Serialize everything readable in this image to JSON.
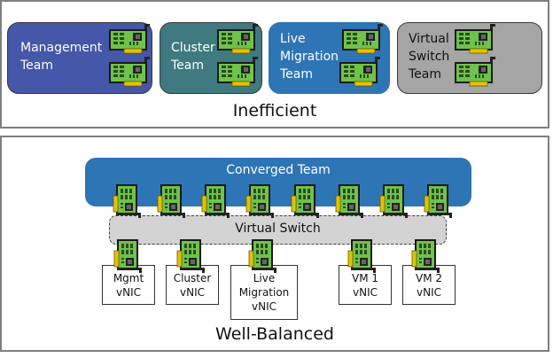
{
  "inefficient": {
    "caption": "Inefficient",
    "teams": [
      {
        "label": "Management\nTeam",
        "color": "#4457a8",
        "nic_count": 2
      },
      {
        "label": "Cluster\nTeam",
        "color": "#3f7a80",
        "nic_count": 2
      },
      {
        "label": "Live\nMigration\nTeam",
        "color": "#2e75b6",
        "nic_count": 2
      },
      {
        "label": "Virtual\nSwitch\nTeam",
        "color": "#a5a5a5",
        "nic_count": 2
      }
    ]
  },
  "well_balanced": {
    "caption": "Well-Balanced",
    "converged_team": {
      "label": "Converged Team",
      "color": "#2e75b6",
      "nic_count": 8
    },
    "virtual_switch": {
      "label": "Virtual Switch",
      "color": "#d3d3d3"
    },
    "vnics": [
      {
        "label": "Mgmt\nvNIC"
      },
      {
        "label": "Cluster\nvNIC"
      },
      {
        "label": "Live\nMigration\nvNIC"
      },
      {
        "label": "VM 1\nvNIC"
      },
      {
        "label": "VM 2\nvNIC"
      }
    ]
  },
  "icons": {
    "physical_nic": "network-adapter-card-icon",
    "virtual_nic": "network-adapter-card-icon"
  }
}
